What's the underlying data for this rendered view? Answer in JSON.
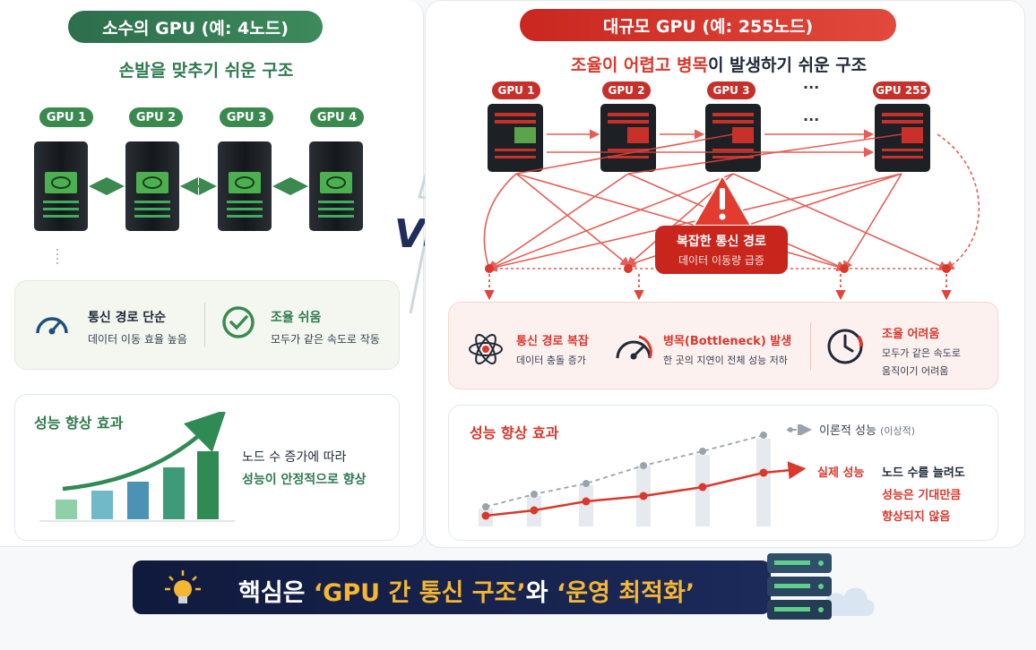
{
  "colors": {
    "green": "#2f7a4f",
    "green_light": "#47a35f",
    "red": "#d9382d",
    "navy": "#16224a",
    "gold": "#f4b633"
  },
  "left": {
    "title": "소수의 GPU (예: 4노드)",
    "subtitle": "손발을 맞추기 쉬운 구조",
    "gpus": [
      "GPU 1",
      "GPU 2",
      "GPU 3",
      "GPU 4"
    ],
    "features": [
      {
        "icon": "speedometer-icon",
        "title": "통신 경로 단순",
        "desc": "데이터 이동 효율 높음"
      },
      {
        "icon": "check-circle-icon",
        "title": "조율 쉬움",
        "desc": "모두가 같은 속도로 작동"
      }
    ],
    "perf": {
      "title": "성능 향상 효과",
      "line1": "노드 수 증가에 따라",
      "line2": "성능이 안정적으로 향상"
    }
  },
  "vs_label": "VS",
  "right": {
    "title": "대규모 GPU (예: 255노드)",
    "subtitle_red": "조율이 어렵고 병목",
    "subtitle_rest": "이 발생하기 쉬운 구조",
    "gpus": [
      "GPU 1",
      "GPU 2",
      "GPU 3",
      "GPU 255"
    ],
    "ellipsis_top": "···",
    "ellipsis_mid": "···",
    "warning": {
      "line1": "복잡한 통신 경로",
      "line2": "데이터 이동량 급증"
    },
    "features": [
      {
        "icon": "atom-tangle-icon",
        "title": "통신 경로 복잡",
        "desc": "데이터 충돌 증가"
      },
      {
        "icon": "gauge-red-icon",
        "title": "병목(Bottleneck) 발생",
        "desc": "한 곳의 지연이 전체 성능 저하"
      },
      {
        "icon": "clock-icon",
        "title": "조율 어려움",
        "desc": "모두가 같은 속도로",
        "desc2": "움직이기 어려움"
      }
    ],
    "perf": {
      "title": "성능 향상 효과",
      "legend_theory": "이론적 성능",
      "legend_theory_note": "(이상적)",
      "legend_actual": "실제 성능",
      "note1": "노드 수를 늘려도",
      "note2": "성능은 기대만큼",
      "note3": "향상되지 않음"
    }
  },
  "footer": {
    "prefix": "핵심은 ",
    "highlight1": "‘GPU 간 통신 구조’",
    "middle": "와 ",
    "highlight2": "‘운영 최적화’"
  }
}
